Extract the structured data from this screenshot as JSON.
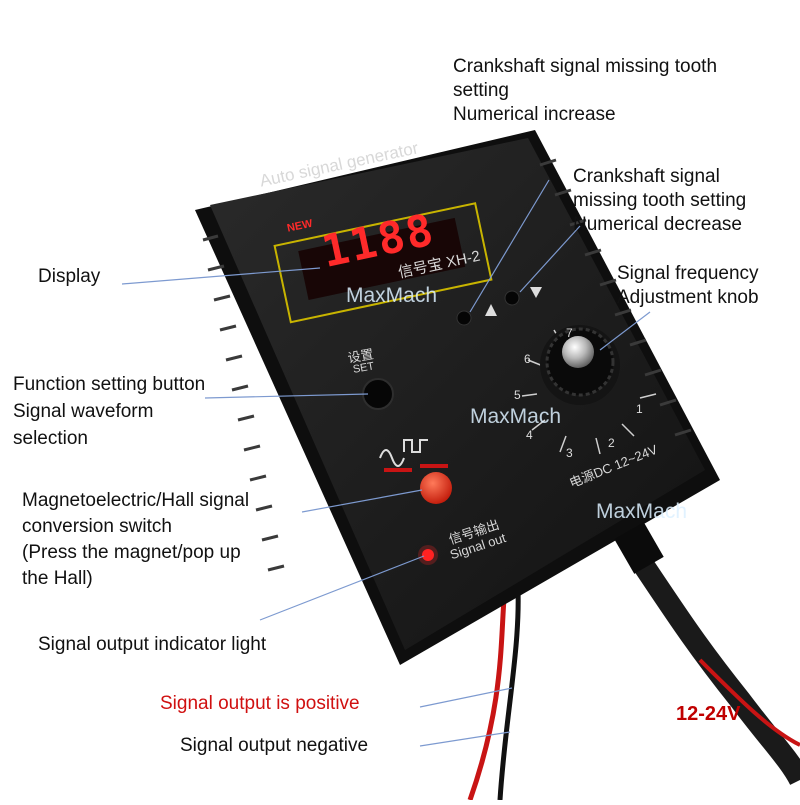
{
  "labels": {
    "missing_tooth_increase": [
      "Crankshaft signal missing tooth",
      "setting",
      "Numerical increase"
    ],
    "missing_tooth_decrease": [
      "Crankshaft signal",
      "missing tooth setting",
      "Numerical decrease"
    ],
    "display": [
      "Display"
    ],
    "frequency_knob": [
      "Signal frequency",
      "Adjustment knob"
    ],
    "function_button": [
      "Function setting button",
      "Signal waveform",
      "selection"
    ],
    "conversion_switch": [
      "Magnetoelectric/Hall signal",
      "conversion switch",
      "(Press the magnet/pop up",
      "the Hall)"
    ],
    "indicator_light": [
      "Signal output indicator light"
    ],
    "output_positive": [
      "Signal output is positive"
    ],
    "output_negative": [
      "Signal output negative"
    ],
    "supply_voltage": "12-24V"
  },
  "device": {
    "title": "Auto signal generator",
    "badge": "NEW",
    "display_digits": "1188",
    "model": "信号宝 XH-2",
    "set_label_cn": "设置",
    "set_label_en": "SET",
    "power_label": "电源DC 12~24V",
    "signal_out_cn": "信号输出",
    "signal_out_en": "Signal out",
    "dial_numbers": [
      "1",
      "2",
      "3",
      "4",
      "5",
      "6",
      "7"
    ]
  },
  "watermark": "MaxMach",
  "colors": {
    "device_body": "#1c1c1c",
    "display_red": "#ff2a2a",
    "display_frame": "#c8b400",
    "wire_red": "#c81414",
    "wire_black": "#111111",
    "callout_line": "#7d9ad0",
    "positive_label": "#d01010"
  }
}
